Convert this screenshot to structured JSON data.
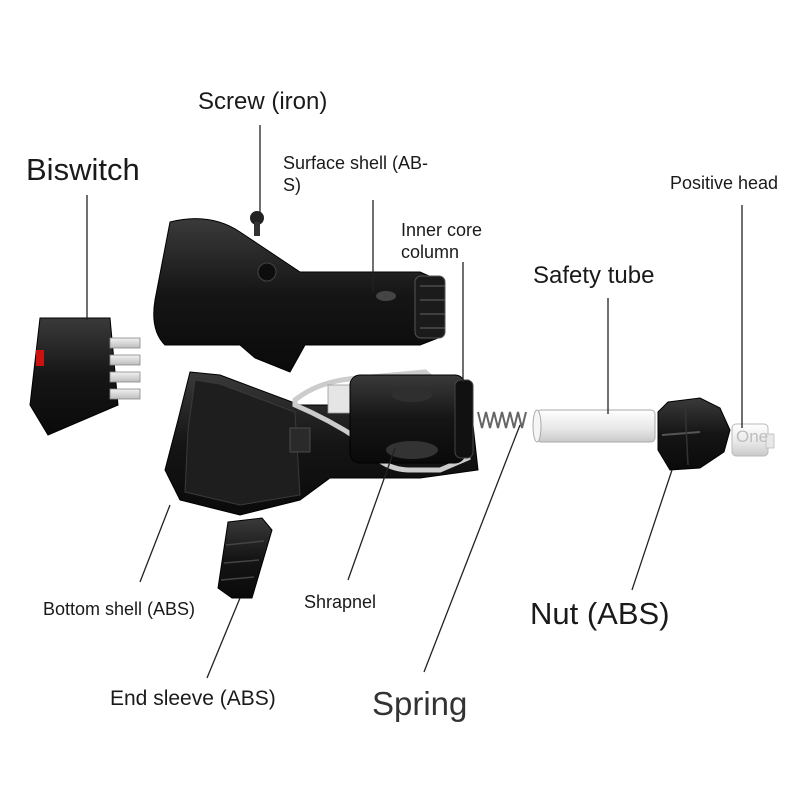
{
  "labels": {
    "screw": "Screw (iron)",
    "biswitch": "Biswitch",
    "surface_shell_line1": "Surface shell (AB-",
    "surface_shell_line2": "S)",
    "positive_head": "Positive head",
    "inner_core_line1": "Inner core",
    "inner_core_line2": "column",
    "safety_tube": "Safety tube",
    "one": "One",
    "bottom_shell": "Bottom shell (ABS)",
    "shrapnel": "Shrapnel",
    "nut": "Nut (ABS)",
    "end_sleeve": "End sleeve (ABS)",
    "spring": "Spring"
  },
  "colors": {
    "part_black": "#151515",
    "part_dark": "#2a2a2a",
    "part_highlight": "#555555",
    "metal": "#d9d9d9",
    "tube": "#eeeeee",
    "leader_line": "#222222",
    "switch_red": "#cc1111"
  }
}
